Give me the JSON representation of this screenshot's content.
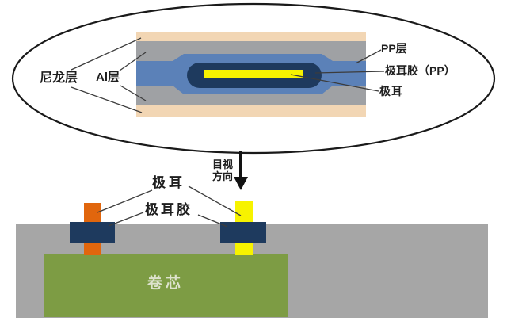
{
  "colors": {
    "outline": "#1a1a1a",
    "pointer_line": "#3c3c3c",
    "arrow_black": "#121212",
    "nylon_peach": "#f2d6b4",
    "aluminum_gray": "#9fa1a4",
    "pp_blue": "#5b81b8",
    "glue_navy": "#1e3a5e",
    "tab_yellow": "#f7f300",
    "tab_orange": "#e1660d",
    "core_green": "#7d9c44",
    "case_gray": "#a6a6a6",
    "core_text": "#dde2cd"
  },
  "magnified_view": {
    "labels": {
      "nylon": "尼龙层",
      "aluminum": "Al层",
      "pp": "PP层",
      "tab_glue": "极耳胶（PP）",
      "tab": "极耳"
    }
  },
  "viewing_direction": {
    "line1": "目视",
    "line2": "方向"
  },
  "cross_section": {
    "labels": {
      "tab": "极耳",
      "tab_glue": "极耳胶",
      "jelly_roll": "卷芯"
    }
  }
}
